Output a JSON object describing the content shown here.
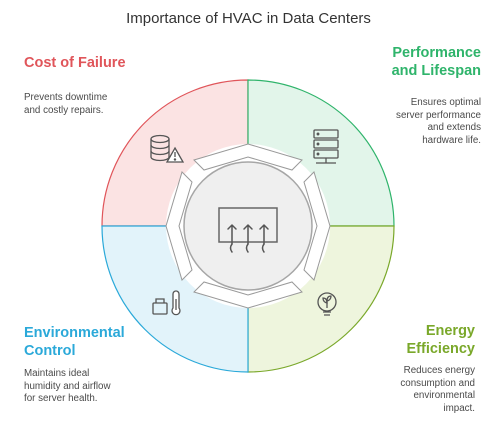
{
  "title": "Importance of HVAC in Data Centers",
  "center": {
    "icon": "heat-airflow-icon"
  },
  "sections": {
    "cost_of_failure": {
      "label": "Cost of Failure",
      "description_lines": [
        "Prevents downtime",
        "and costly repairs."
      ],
      "icon": "database-warning-icon",
      "color": "#e0555a",
      "fill": "#fbe3e3"
    },
    "performance": {
      "label_lines": [
        "Performance",
        "and Lifespan"
      ],
      "description_lines": [
        "Ensures optimal",
        "server performance",
        "and extends",
        "hardware life."
      ],
      "icon": "server-icon",
      "color": "#2fb46b",
      "fill": "#e2f5ea"
    },
    "environmental": {
      "label_lines": [
        "Environmental",
        "Control"
      ],
      "description_lines": [
        "Maintains ideal",
        "humidity and airflow",
        "for server health."
      ],
      "icon": "thermometer-icon",
      "color": "#2ba9d9",
      "fill": "#e2f3fa"
    },
    "energy": {
      "label_lines": [
        "Energy",
        "Efficiency"
      ],
      "description_lines": [
        "Reduces energy",
        "consumption and",
        "environmental",
        "impact."
      ],
      "icon": "eco-bulb-icon",
      "color": "#7aa82a",
      "fill": "#eef5dd"
    }
  }
}
